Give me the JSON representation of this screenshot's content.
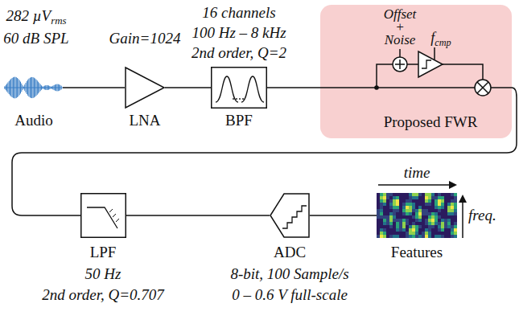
{
  "diagram": {
    "nodes": [
      {
        "text": [
          "282 µV",
          "rms",
          "60 dB SPL",
          "Audio"
        ]
      },
      {
        "text": [
          "Gain=1024",
          "LNA"
        ]
      },
      {
        "text": [
          "16 channels",
          "100 Hz – 8 kHz",
          "2nd order, Q=2",
          "BPF"
        ]
      },
      {
        "text": [
          "Proposed FWR"
        ]
      },
      {
        "text": [
          "LPF",
          "50 Hz",
          "2nd order, Q=0.707"
        ]
      },
      {
        "text": [
          "ADC",
          "8-bit, 100 Sample/s",
          "0 – 0.6 V full-scale"
        ]
      },
      {
        "text": [
          "Features"
        ]
      }
    ],
    "edges": [
      {
        "from": 0,
        "to": 1,
        "arrow": "none"
      },
      {
        "from": 1,
        "to": 2,
        "arrow": "none"
      },
      {
        "from": 2,
        "to": 3,
        "arrow": "none"
      },
      {
        "from": 3,
        "to": 4,
        "arrow": "none"
      },
      {
        "from": 4,
        "to": 5,
        "arrow": "none"
      },
      {
        "from": 5,
        "to": 6,
        "arrow": "none"
      }
    ],
    "labels": [
      "Offset",
      "+",
      "Noise",
      "f",
      "cmp",
      "time",
      "freq."
    ]
  }
}
